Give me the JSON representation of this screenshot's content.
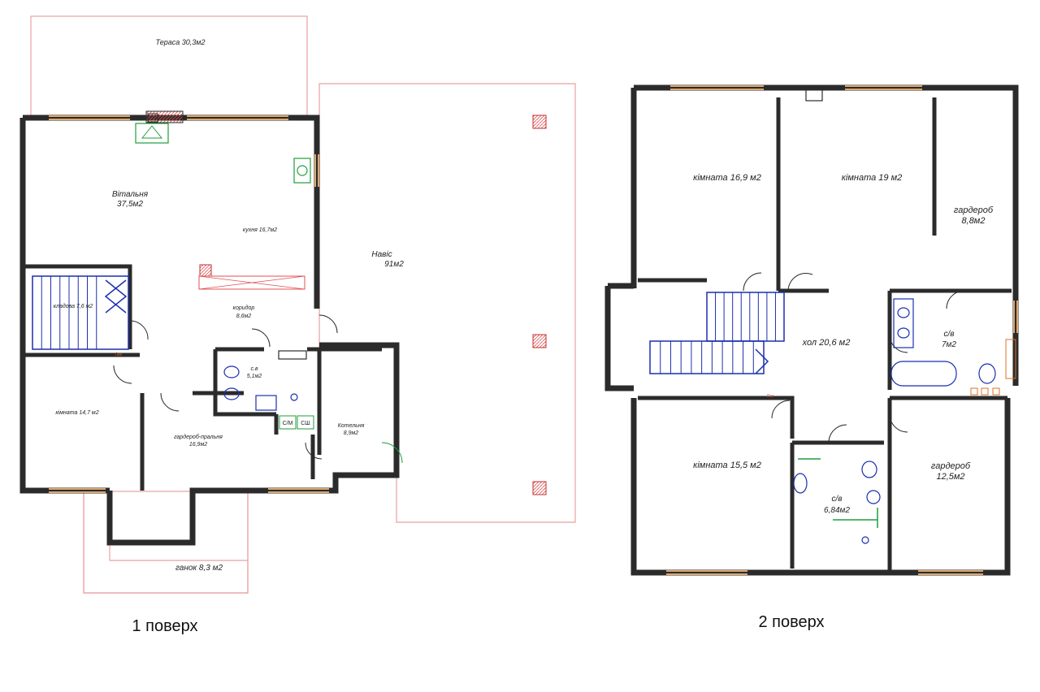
{
  "floor1": {
    "title": "1 поверх",
    "rooms": {
      "terrace": "Тераса 30,3м2",
      "living_name": "Вітальня",
      "living_area": "37,5м2",
      "kitchen": "кухня 16,7м2",
      "canopy_name": "Навіс",
      "canopy_area": "91м2",
      "pantry": "кладова 7,6 м2",
      "corridor_name": "коридор",
      "corridor_area": "8,6м2",
      "bath_name": "с.в",
      "bath_area": "5,1м2",
      "room": "кімната 14,7 м2",
      "wardrobe_laundry_name": "гардероб-пральня",
      "wardrobe_laundry_area": "16,9м2",
      "boiler_name": "Котельня",
      "boiler_area": "8,9м2",
      "porch": "ганок 8,3 м2"
    },
    "marks": {
      "sm": "С/М",
      "sh": "СШ",
      "radiator": "Лан"
    }
  },
  "floor2": {
    "title": "2 поверх",
    "rooms": {
      "room1": "кімната 16,9 м2",
      "room2": "кімната 19 м2",
      "wardrobe1_name": "гардероб",
      "wardrobe1_area": "8,8м2",
      "bath1_name": "с/в",
      "bath1_area": "7м2",
      "hall": "хол 20,6 м2",
      "room3": "кімната 15,5 м2",
      "bath2_name": "с/в",
      "bath2_area": "6,84м2",
      "wardrobe2_name": "гардероб",
      "wardrobe2_area": "12,5м2"
    },
    "marks": {
      "radiator": "Лан"
    }
  },
  "colors": {
    "wall": "#2b2b2b",
    "outline": "#e8a0a0",
    "stairs": "#1a2fb0",
    "fixture": "#1a2fb0",
    "green": "#1f9e3a",
    "window": "#d9a870"
  }
}
